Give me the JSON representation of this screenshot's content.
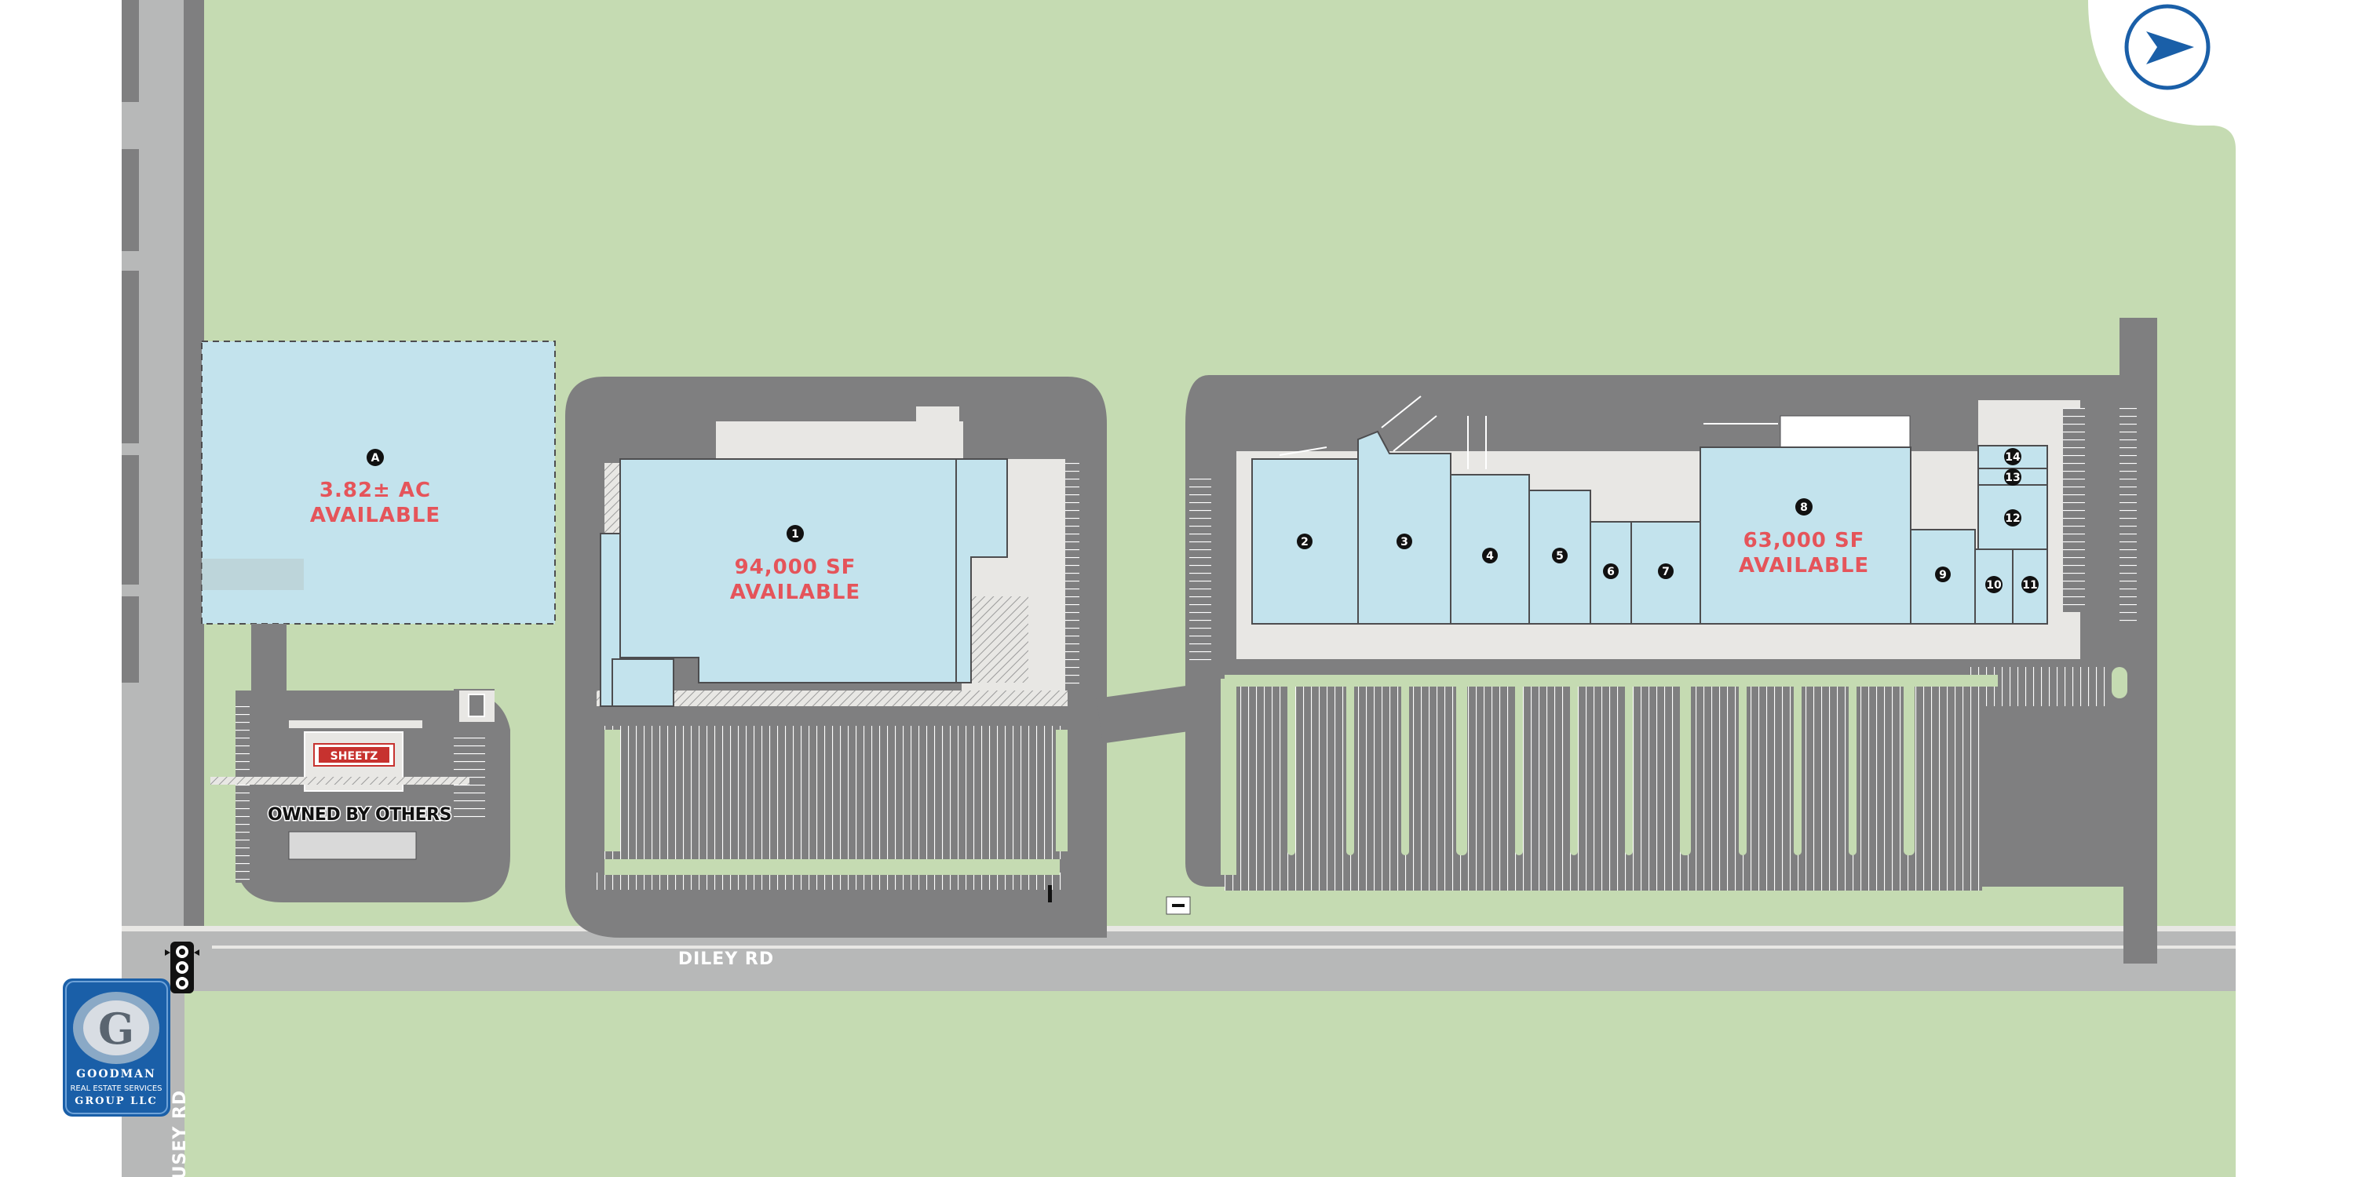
{
  "map": {
    "colors": {
      "grass": "#c5dbb2",
      "asphalt": "#7f7f80",
      "road": "#b7b8b8",
      "sidewalk": "#e8e7e4",
      "building": "#c3e3ed",
      "outline": "#4d4d4f",
      "available_text": "#e5545a",
      "brand_blue": "#1a5fa8"
    },
    "roads": {
      "diley": "DILEY RD",
      "busey": "BUSEY RD"
    },
    "outparcel": {
      "marker": "A",
      "line1": "3.82± AC",
      "line2": "AVAILABLE"
    },
    "sheetz": {
      "sign": "SHEETZ",
      "note": "OWNED BY OTHERS"
    },
    "anchor": {
      "marker": "1",
      "line1": "94,000 SF",
      "line2": "AVAILABLE"
    },
    "strip": {
      "units": [
        "2",
        "3",
        "4",
        "5",
        "6",
        "7",
        "9",
        "10",
        "11",
        "12",
        "13",
        "14"
      ],
      "major": {
        "marker": "8",
        "line1": "63,000 SF",
        "line2": "AVAILABLE"
      }
    },
    "north_arrow_icon": "navigation-arrow-icon",
    "traffic_light_icon": "traffic-signal-icon"
  },
  "logo": {
    "letter": "G",
    "line1": "GOODMAN",
    "line2": "REAL ESTATE SERVICES",
    "line3": "GROUP LLC"
  }
}
